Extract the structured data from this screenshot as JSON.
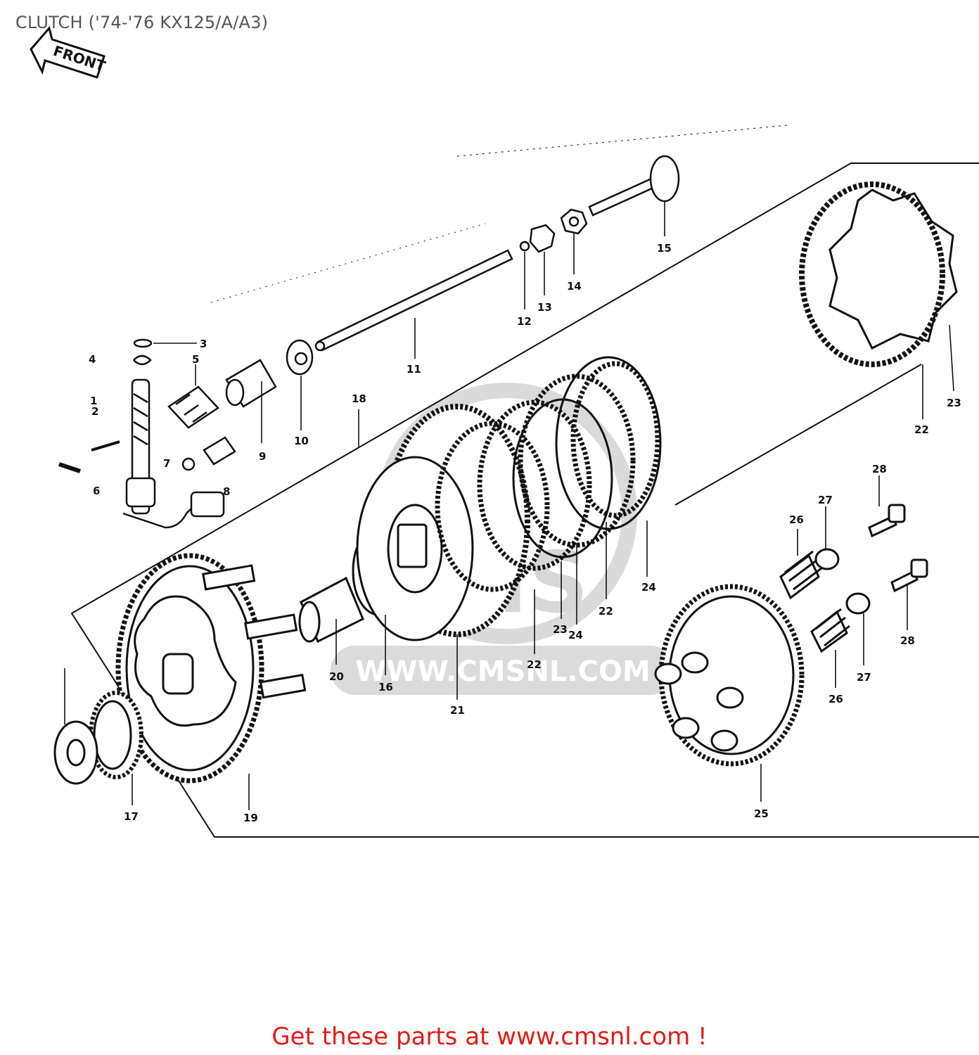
{
  "title": "CLUTCH ('74-'76 KX125/A/A3)",
  "front_label": "FRONT",
  "watermark": {
    "brand": "CMS",
    "url": "WWW.CMSNL.COM"
  },
  "footer": {
    "cta": "Get these parts at www.cmsnl.com !"
  },
  "colors": {
    "ink": "#111111",
    "footer_red": "#e41b17",
    "title_grey": "#555555",
    "watermark_grey": "#cccccc"
  },
  "callouts": {
    "c1": "1",
    "c2": "2",
    "c3": "3",
    "c4": "4",
    "c5": "5",
    "c6": "6",
    "c7": "7",
    "c8": "8",
    "c9": "9",
    "c10": "10",
    "c11": "11",
    "c12": "12",
    "c13": "13",
    "c14": "14",
    "c15": "15",
    "c16": "16",
    "c17": "17",
    "c18": "18",
    "c19": "19",
    "c20": "20",
    "c21": "21",
    "c22a": "22",
    "c22b": "22",
    "c22c": "22",
    "c23a": "23",
    "c23b": "23",
    "c24a": "24",
    "c24b": "24",
    "c25": "25",
    "c26a": "26",
    "c26b": "26",
    "c27a": "27",
    "c27b": "27",
    "c28a": "28",
    "c28b": "28"
  }
}
